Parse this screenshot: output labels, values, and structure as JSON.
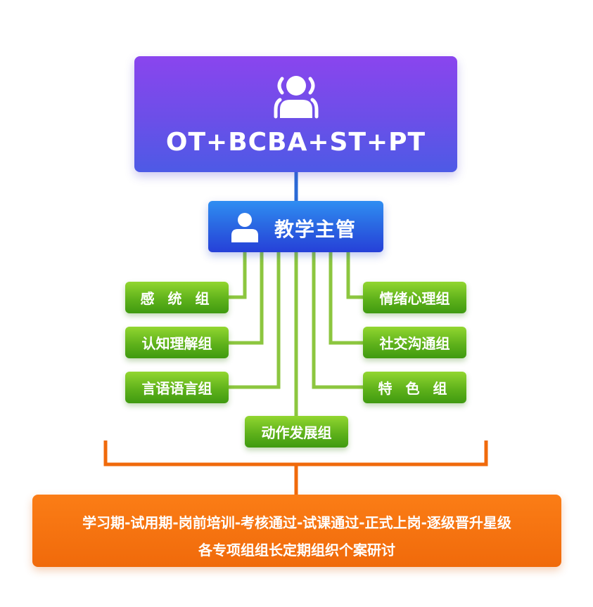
{
  "top": {
    "title": "OT+BCBA+ST+PT",
    "icon": "team-icon"
  },
  "supervisor": {
    "title": "教学主管",
    "icon": "user-icon"
  },
  "groups_left": [
    {
      "label": "感 统 组"
    },
    {
      "label": "认知理解组"
    },
    {
      "label": "言语语言组"
    }
  ],
  "groups_right": [
    {
      "label": "情绪心理组"
    },
    {
      "label": "社交沟通组"
    },
    {
      "label": "特 色 组"
    }
  ],
  "group_center": {
    "label": "动作发展组"
  },
  "bottom": {
    "line1": "学习期-试用期-岗前培训-考核通过-试课通过-正式上岗-逐级晋升星级",
    "line2": "各专项组组长定期组织个案研讨"
  },
  "colors": {
    "top_box": "#6b4fe8",
    "supervisor_box": "#2a66e2",
    "group_box": "#5fb21b",
    "group_connector": "#8cc63f",
    "bottom_box": "#f06a0b",
    "top_connector": "#2b6bd6"
  }
}
